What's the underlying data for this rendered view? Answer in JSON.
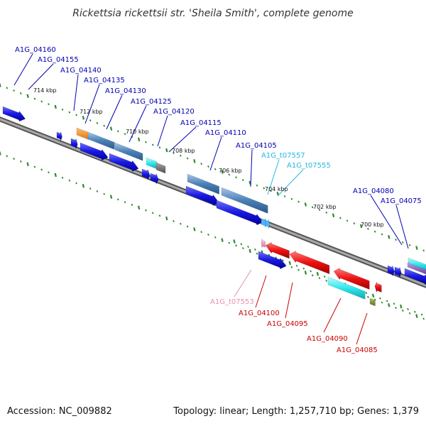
{
  "title": "Rickettsia rickettsii str. 'Sheila Smith', complete genome",
  "footer": {
    "accession": "Accession: NC_009882",
    "summary": "Topology: linear; Length: 1,257,710 bp; Genes: 1,379"
  },
  "colors": {
    "forward_gene": "#1010dd",
    "reverse_gene": "#dd1010",
    "cds_forward": "#4a80b8",
    "trna": "#2ee8ee",
    "backbone": "#7a7a7a",
    "tick": "#2a8a2a",
    "forward_label": "#0000b0",
    "reverse_label": "#cc0000",
    "trna_forward_label": "#22b8e0",
    "trna_reverse_label": "#e890b0"
  },
  "ruler_labels": [
    "714 kbp",
    "712 kbp",
    "710 kbp",
    "708 kbp",
    "706 kbp",
    "704 kbp",
    "702 kbp",
    "700 kbp"
  ],
  "forward_labels": [
    {
      "text": "A1G_04160",
      "kind": "gene"
    },
    {
      "text": "A1G_04155",
      "kind": "gene"
    },
    {
      "text": "A1G_04140",
      "kind": "gene"
    },
    {
      "text": "A1G_04135",
      "kind": "gene"
    },
    {
      "text": "A1G_04130",
      "kind": "gene"
    },
    {
      "text": "A1G_04125",
      "kind": "gene"
    },
    {
      "text": "A1G_04120",
      "kind": "gene"
    },
    {
      "text": "A1G_04115",
      "kind": "gene"
    },
    {
      "text": "A1G_04110",
      "kind": "gene"
    },
    {
      "text": "A1G_04105",
      "kind": "gene"
    },
    {
      "text": "A1G_t07557",
      "kind": "trna"
    },
    {
      "text": "A1G_t07555",
      "kind": "trna"
    },
    {
      "text": "A1G_04080",
      "kind": "gene"
    },
    {
      "text": "A1G_04075",
      "kind": "gene"
    }
  ],
  "reverse_labels": [
    {
      "text": "A1G_t07553",
      "kind": "trna"
    },
    {
      "text": "A1G_04100",
      "kind": "gene"
    },
    {
      "text": "A1G_04095",
      "kind": "gene"
    },
    {
      "text": "A1G_04090",
      "kind": "gene"
    },
    {
      "text": "A1G_04085",
      "kind": "gene"
    }
  ]
}
